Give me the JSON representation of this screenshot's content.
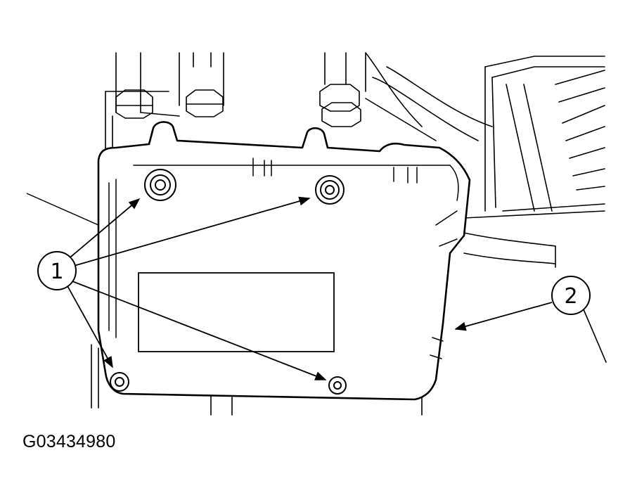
{
  "figure": {
    "code": "G03434980",
    "callouts": [
      {
        "id": "1",
        "label": "1"
      },
      {
        "id": "2",
        "label": "2"
      }
    ]
  },
  "style": {
    "line_color": "#000000",
    "background": "#ffffff"
  }
}
